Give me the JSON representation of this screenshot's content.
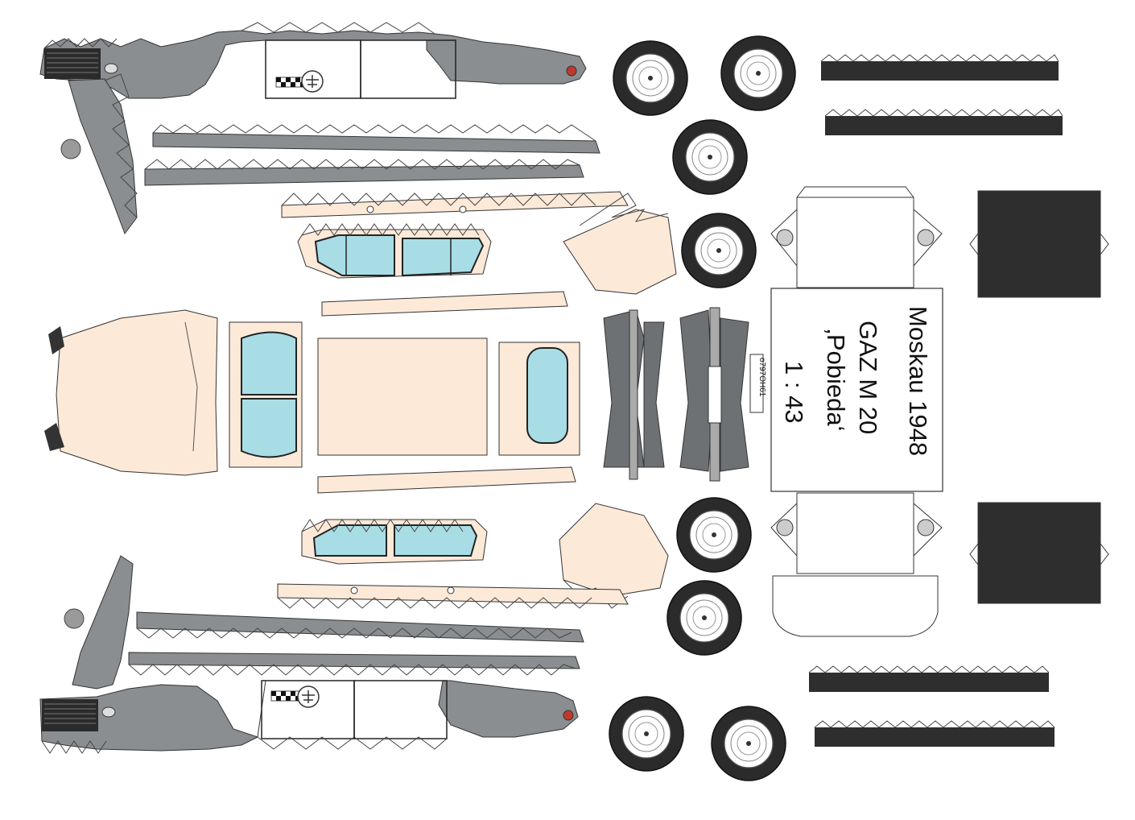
{
  "sheet": {
    "title_lines": [
      "Moskau 1948",
      "GAZ  M 20",
      "‚Pobieda‘",
      "1 : 43"
    ],
    "plate_text": "o797OH61",
    "colors": {
      "body_gray": "#8a8e91",
      "dark_gray": "#6e7173",
      "cream": "#fde9d8",
      "glass": "#a9dde6",
      "tire": "#2b2b2b",
      "black_strip": "#2e2e2e",
      "outline": "#333333"
    }
  }
}
